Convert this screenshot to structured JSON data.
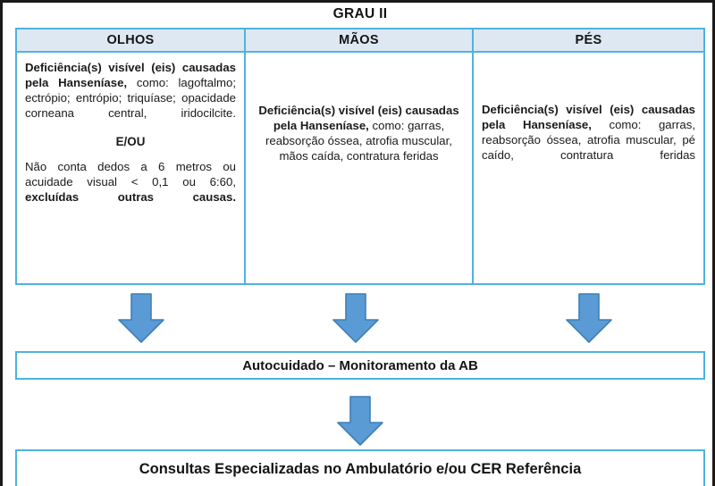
{
  "diagram": {
    "title": "GRAU II",
    "columns": [
      {
        "header": "OLHOS",
        "blocks": [
          {
            "kind": "justified",
            "bold_lead": "Deficiência(s) visível (eis) causadas pela Hanseníase,",
            "rest": " como: lagoftalmo; ectrópio; entrópio; triquíase; opacidade corneana central, iridocilcite."
          },
          {
            "kind": "divider",
            "text": "E/OU"
          },
          {
            "kind": "justified",
            "lead": "Não conta dedos a 6 metros ou acuidade visual < 0,1 ou 6:60, ",
            "bold_tail": "excluídas outras causas."
          }
        ]
      },
      {
        "header": "MÃOS",
        "blocks": [
          {
            "kind": "centered",
            "bold_lead": "Deficiência(s) visível (eis) causadas pela Hanseníase,",
            "rest": " como: garras, reabsorção óssea, atrofia muscular, mãos caída, contratura feridas"
          }
        ]
      },
      {
        "header": "PÉS",
        "blocks": [
          {
            "kind": "justified",
            "bold_lead": "Deficiência(s) visível (eis) causadas pela Hanseníase,",
            "rest": " como: garras, reabsorção óssea, atrofia muscular, pé caído, contratura feridas"
          }
        ]
      }
    ],
    "arrows": [
      {
        "name": "arrow-olhos-down"
      },
      {
        "name": "arrow-maos-down"
      },
      {
        "name": "arrow-pes-down"
      },
      {
        "name": "arrow-autocuidado-down"
      }
    ],
    "flow_boxes": [
      {
        "label": "Autocuidado – Monitoramento da AB"
      },
      {
        "label": "Consultas Especializadas no Ambulatório e/ou CER Referência"
      }
    ],
    "colors": {
      "border_blue": "#4FB3DE",
      "header_fill": "#DEE8F2",
      "arrow_fill": "#5B9BD5",
      "arrow_stroke": "#3C7FB8",
      "text": "#141414",
      "page_frame": "#1a1a1a"
    }
  }
}
